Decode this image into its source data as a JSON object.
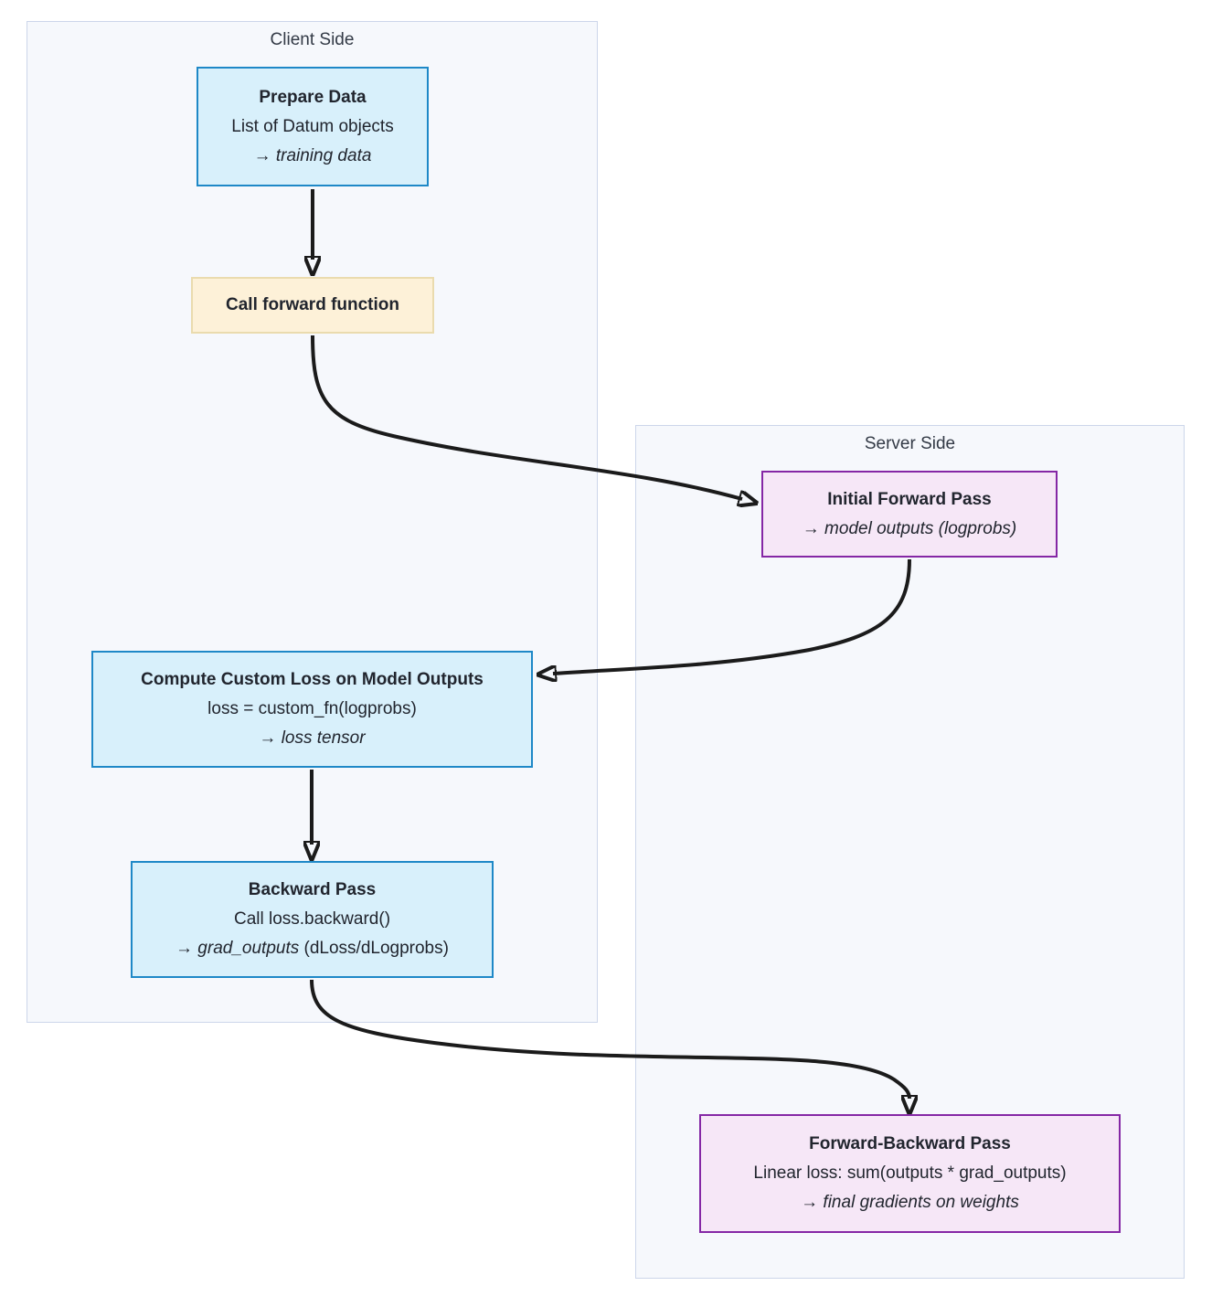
{
  "diagram": {
    "client_container": {
      "label": "Client Side"
    },
    "server_container": {
      "label": "Server Side"
    },
    "nodes": {
      "prepare_data": {
        "title": "Prepare Data",
        "line2": "List of Datum objects",
        "line3": "→ training data"
      },
      "call_forward": {
        "title": "Call forward function"
      },
      "initial_forward": {
        "title": "Initial Forward Pass",
        "line2": "→ model outputs (logprobs)"
      },
      "compute_loss": {
        "title": "Compute Custom Loss on Model Outputs",
        "line2": "loss = custom_fn(logprobs)",
        "line3": "→ loss tensor"
      },
      "backward_pass": {
        "title": "Backward Pass",
        "line2": "Call loss.backward()",
        "line3_italic": "→ grad_outputs",
        "line3_regular": " (dLoss/dLogprobs)"
      },
      "forward_backward": {
        "title": "Forward-Backward Pass",
        "line2": "Linear loss: sum(outputs * grad_outputs)",
        "line3": "→ final gradients on weights"
      }
    },
    "colors": {
      "blue_fill": "#d8f0fb",
      "blue_border": "#1e88c7",
      "yellow_fill": "#fdf1d8",
      "yellow_border": "#eadbae",
      "purple_fill": "#f6e7f7",
      "purple_border": "#8527a5",
      "container_fill": "#f6f8fc",
      "container_border": "#ccd6ea",
      "arrow": "#1b1b1b",
      "text": "#21252e"
    }
  }
}
